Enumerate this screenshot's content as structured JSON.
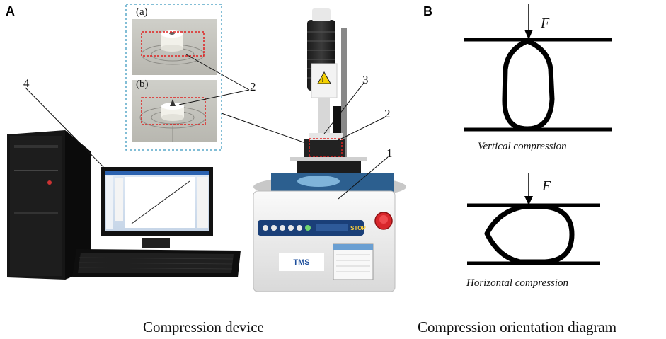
{
  "panel_a": {
    "letter": "A",
    "caption": "Compression device",
    "inset_labels": [
      "(a)",
      "(b)"
    ],
    "callouts": [
      "1",
      "2",
      "2",
      "3",
      "4"
    ]
  },
  "panel_b": {
    "letter": "B",
    "caption": "Compression orientation diagram",
    "force_symbol": "F",
    "vertical_label": "Vertical compression",
    "horizontal_label": "Horizontal compression"
  },
  "colors": {
    "dashed_box": "#5aa9c8",
    "red_dashed": "#e02020",
    "stop_button": "#d8262b",
    "device_body": "#eeeeee"
  }
}
